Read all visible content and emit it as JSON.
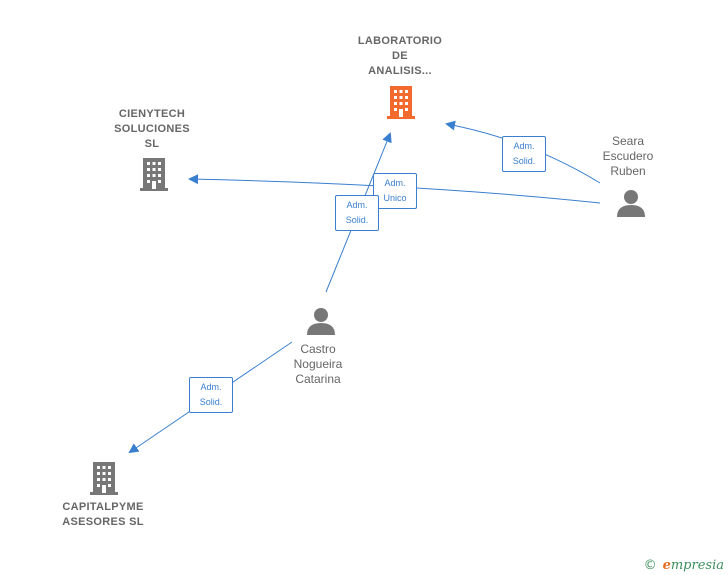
{
  "colors": {
    "edge": "#3a7fcf",
    "company_highlight": "#f26a2e",
    "company": "#777777",
    "person": "#777777",
    "label": "#666666"
  },
  "nodes": {
    "laboratorio": {
      "label": "LABORATORIO\nDE\nANALISIS...",
      "icon": "building-icon"
    },
    "cienytech": {
      "label": "CIENYTECH\nSOLUCIONES\nSL",
      "icon": "building-icon"
    },
    "capitalpyme": {
      "label": "CAPITALPYME\nASESORES  SL",
      "icon": "building-icon"
    },
    "seara": {
      "label": "Seara\nEscudero\nRuben",
      "icon": "person-icon"
    },
    "castro": {
      "label": "Castro\nNogueira\nCatarina",
      "icon": "person-icon"
    }
  },
  "edges": {
    "seara_laboratorio": {
      "label": "Adm.\nSolid."
    },
    "seara_cienytech": {
      "label": "Adm.\nUnico"
    },
    "castro_laboratorio": {
      "label": "Adm.\nSolid."
    },
    "castro_capitalpyme": {
      "label": "Adm.\nSolid."
    }
  },
  "brand": {
    "copyright": "©",
    "name_first": "e",
    "name_rest": "mpresia"
  }
}
